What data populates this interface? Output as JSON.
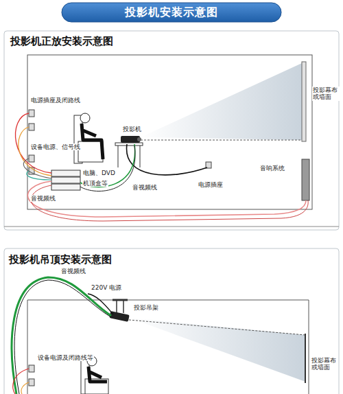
{
  "diagram": {
    "title": "投影机安装示意图",
    "labels": [
      "投影机正放安装示意图",
      "电源插座及闭路线",
      "设备电源、信号线",
      "投影机",
      "投影幕布或墙面",
      "音响系统",
      "电脑、DVD",
      "机顶盒等",
      "音视频线",
      "电源插座",
      "音视频线",
      "投影机吊顶安装示意图",
      "音视频线",
      "220V 电源",
      "投影吊架",
      "设备电源及闭路线等",
      "投影幕布或墙面"
    ]
  }
}
